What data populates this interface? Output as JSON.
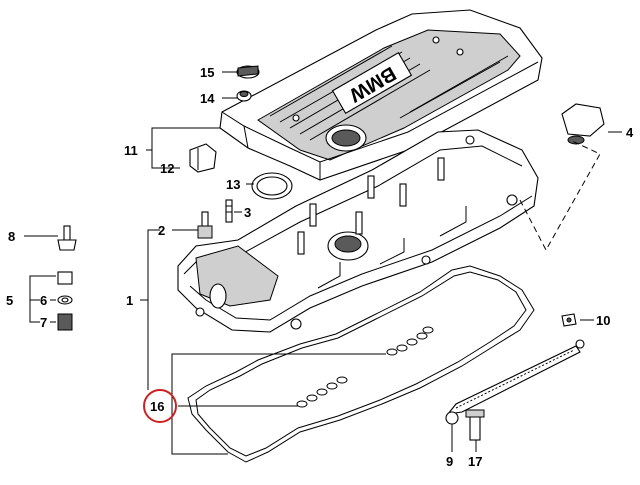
{
  "callouts": {
    "c1": "1",
    "c2": "2",
    "c3": "3",
    "c4": "4",
    "c5": "5",
    "c6": "6",
    "c7": "7",
    "c8": "8",
    "c9": "9",
    "c10": "10",
    "c11": "11",
    "c12": "12",
    "c13": "13",
    "c14": "14",
    "c15": "15",
    "c16": "16",
    "c17": "17"
  },
  "cover_logo": "BMW",
  "highlight": {
    "callout": "16",
    "color": "#cc2222"
  }
}
